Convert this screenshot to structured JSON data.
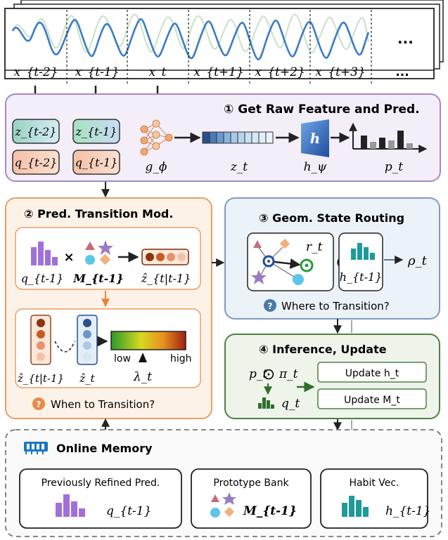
{
  "timeline": {
    "cells": [
      "x_{t-2}",
      "x_{t-1}",
      "x_t",
      "x_{t+1}",
      "x_{t+2}",
      "x_{t+3}",
      "..."
    ],
    "wave_ellipsis": "..."
  },
  "step1": {
    "title": "① Get Raw Feature and Pred.",
    "z_tm2": "z_{t-2}",
    "z_tm1": "z_{t-1}",
    "q_tm2": "q_{t-2}",
    "q_tm1": "q_{t-1}",
    "g_label": "g_ϕ",
    "z_label": "z_t",
    "h_letter": "h",
    "h_label": "h_ψ",
    "p_label": "p_t"
  },
  "step2": {
    "title": "② Pred. Transition Mod.",
    "q_label": "q_{t-1}",
    "times": "×",
    "M_label": "M_{t-1}",
    "zhat_cond": "ẑ_{t|t-1}",
    "zhat_cond2": "ẑ_{t|t-1}",
    "zhat_t": "ẑ_t",
    "low": "low",
    "high": "high",
    "lambda_label": "λ_t",
    "question": "When to Transition?"
  },
  "step3": {
    "title": "③ Geom. State Routing",
    "r_label": "r_t",
    "h_label": "h_{t-1}",
    "rho_label": "ρ_t",
    "odot": "⊙",
    "question": "Where to Transition?"
  },
  "step4": {
    "title": "④ Inference, Update",
    "p_label": "p_t",
    "odot": "⊙",
    "pi_label": "π_t",
    "q_label": "q_t",
    "update_h": "Update h_t",
    "update_M": "Update M_t"
  },
  "memory": {
    "title": "Online Memory",
    "box1_title": "Previously Refined Pred.",
    "box1_var": "q_{t-1}",
    "box2_title": "Prototype Bank",
    "box2_var": "M_{t-1}",
    "box3_title": "Habit Vec.",
    "box3_var": "h_{t-1}"
  },
  "colors": {
    "step1_bg": "#f4eef9",
    "step1_border": "#a888c4",
    "step2_bg": "#fdf2e7",
    "step2_border": "#e8a064",
    "step3_bg": "#ebf2f8",
    "step3_border": "#7e9cbe",
    "step4_bg": "#eef4ea",
    "step4_border": "#4f7f45",
    "purple_bar": "#a070d8",
    "teal_bar": "#1f9a9a",
    "green_bar": "#2f6e2a",
    "question_orange": "#e88a4a",
    "question_blue": "#4a7aa8"
  }
}
